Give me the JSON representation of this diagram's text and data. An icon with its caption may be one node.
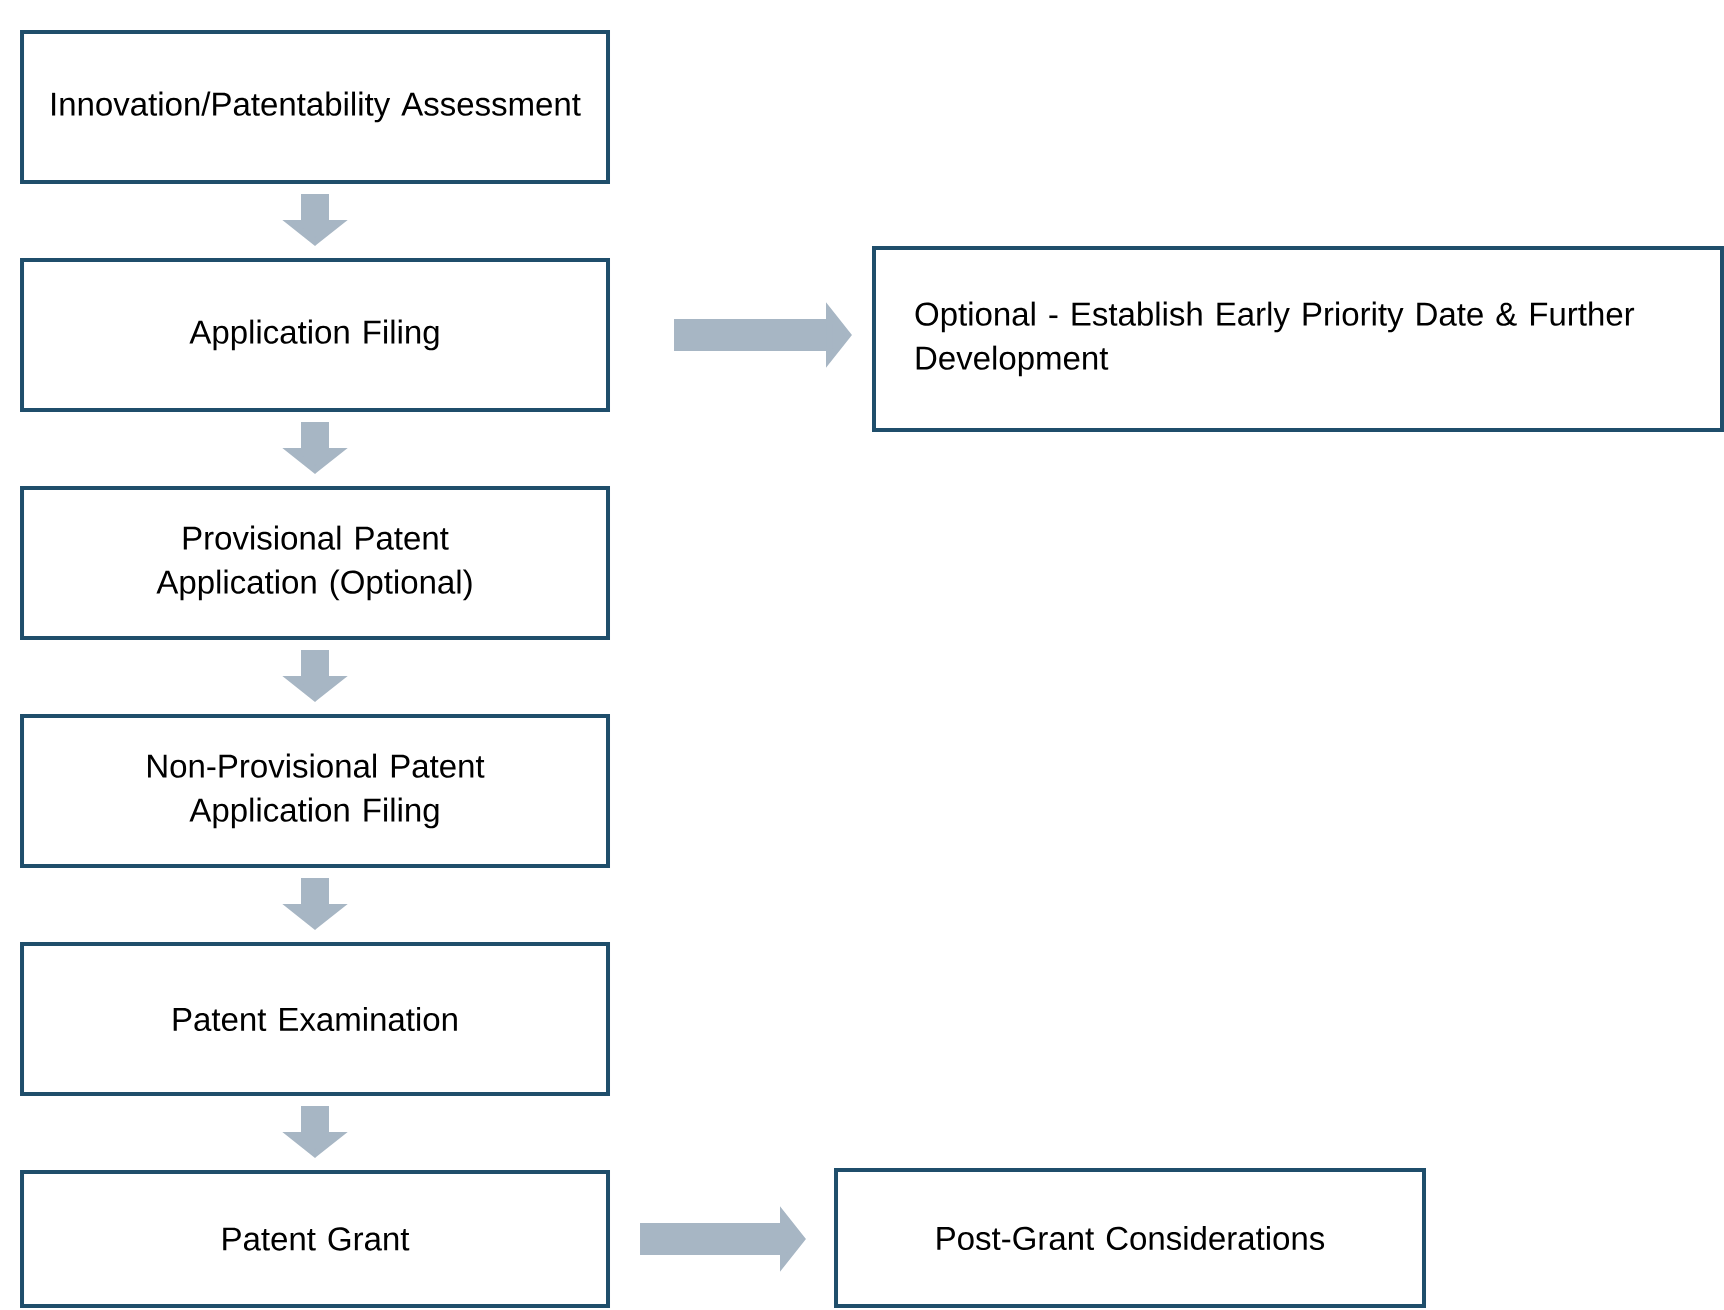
{
  "diagram": {
    "nodes": [
      {
        "text": [
          "Innovation/Patentability Assessment"
        ]
      },
      {
        "text": [
          "Application Filing"
        ]
      },
      {
        "text": [
          "Optional - Establish Early Priority Date & Further Development"
        ]
      },
      {
        "text": [
          "Provisional Patent Application (Optional)"
        ]
      },
      {
        "text": [
          "Non-Provisional Patent Application Filing"
        ]
      },
      {
        "text": [
          "Patent Examination"
        ]
      },
      {
        "text": [
          "Patent Grant"
        ]
      },
      {
        "text": [
          "Post-Grant Considerations"
        ]
      }
    ],
    "edges": [
      {
        "from": 0,
        "to": 1,
        "arrow": "to"
      },
      {
        "from": 1,
        "to": 2,
        "arrow": "to"
      },
      {
        "from": 1,
        "to": 3,
        "arrow": "to"
      },
      {
        "from": 3,
        "to": 4,
        "arrow": "to"
      },
      {
        "from": 4,
        "to": 5,
        "arrow": "to"
      },
      {
        "from": 5,
        "to": 6,
        "arrow": "to"
      },
      {
        "from": 6,
        "to": 7,
        "arrow": "to"
      }
    ]
  }
}
